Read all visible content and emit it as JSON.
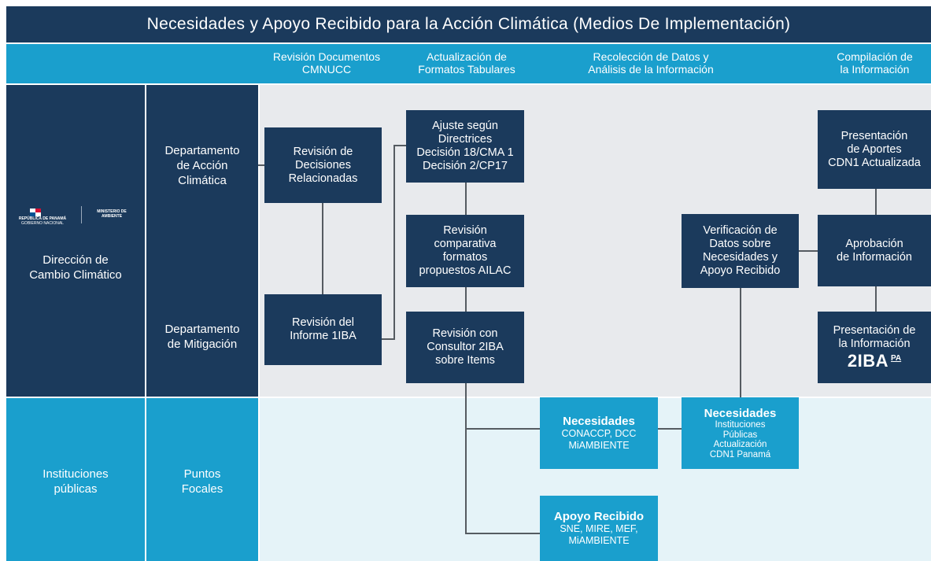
{
  "title": "Necesidades y Apoyo Recibido para la Acción Climática (Medios De Implementación)",
  "colors": {
    "navy": "#1b3a5c",
    "cyan": "#1a9fcd",
    "panel_top": "#e8eaed",
    "panel_bottom": "#e5f3f8",
    "connector": "#555b61"
  },
  "phases": [
    "Revisión Documentos\nCMNUCC",
    "Actualización de\nFormatos Tabulares",
    "Recolección de Datos y\nAnálisis de la Información",
    "Compilación de\nla Información"
  ],
  "rows": {
    "top_org": "Dirección de\nCambio Climático",
    "dept_accion": "Departamento\nde Acción\nClimática",
    "dept_mitigacion": "Departamento\nde Mitigación",
    "bottom_org": "Instituciones\npúblicas",
    "bottom_unit": "Puntos\nFocales"
  },
  "logo": {
    "left_text": "REPÚBLICA DE PANAMÁ",
    "left_sub": "GOBIERNO NACIONAL",
    "right_text": "MINISTERIO DE\nAMBIENTE"
  },
  "boxes": {
    "revision_decisiones": "Revisión de\nDecisiones\nRelacionadas",
    "revision_informe": "Revisión del\nInforme 1IBA",
    "ajuste_directrices": "Ajuste según\nDirectrices\nDecisión 18/CMA 1\nDecisión 2/CP17",
    "revision_ailac": "Revisión\ncomparativa\nformatos\npropuestos AILAC",
    "revision_consultor": "Revisión con\nConsultor 2IBA\nsobre Items",
    "verificacion": "Verificación de\nDatos sobre\nNecesidades y\nApoyo Recibido",
    "presentacion_aportes": "Presentación\nde Aportes\nCDN1 Actualizada",
    "aprobacion": "Aprobación\nde Información",
    "presentacion_info": "Presentación de\nla Información",
    "iba_main": "2IBA",
    "iba_sup": "PA"
  },
  "cyan_boxes": {
    "necesidades1": {
      "head": "Necesidades",
      "sub": "CONACCP, DCC\nMiAMBIENTE"
    },
    "necesidades2": {
      "head": "Necesidades",
      "sub": "Instituciones\nPúblicas\nActualización\nCDN1 Panamá"
    },
    "apoyo": {
      "head": "Apoyo Recibido",
      "sub": "SNE, MIRE, MEF,\nMiAMBIENTE"
    }
  }
}
